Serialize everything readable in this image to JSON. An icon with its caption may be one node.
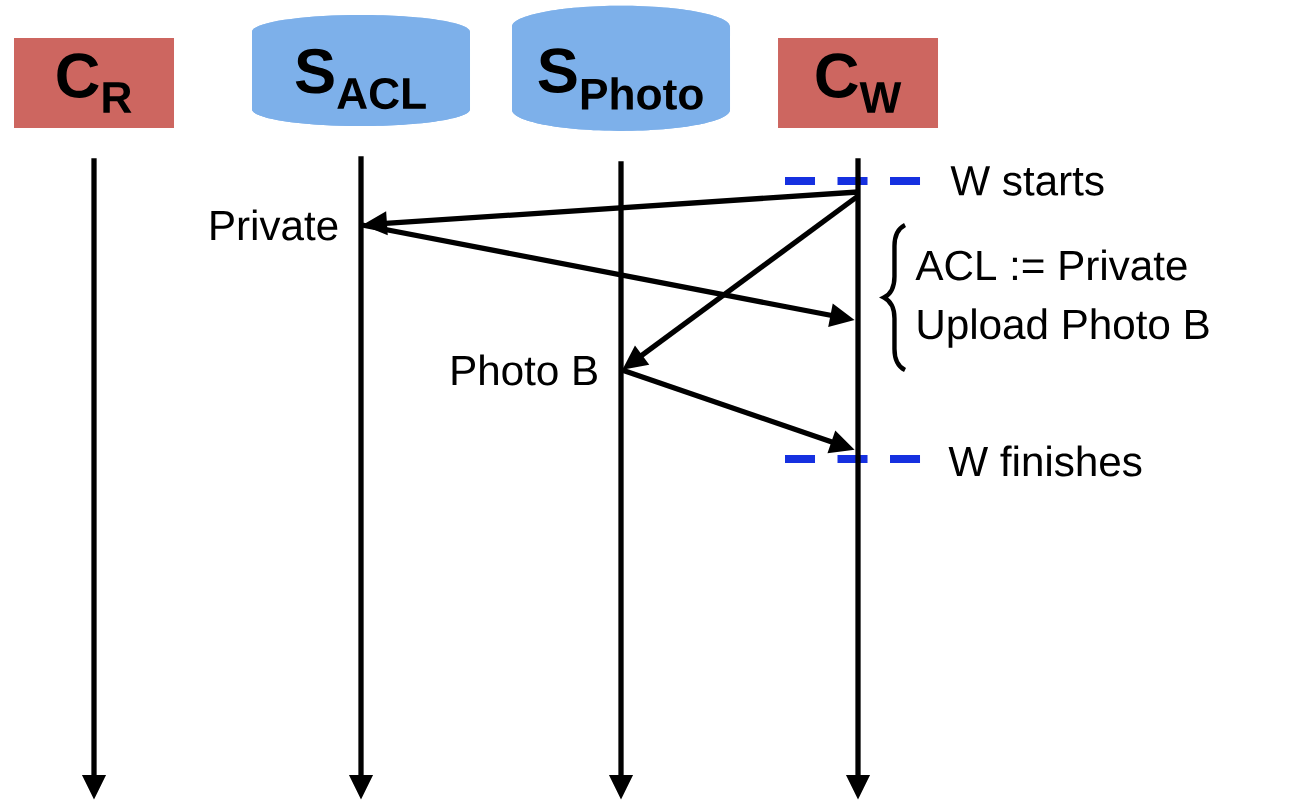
{
  "diagram": {
    "nodes": [
      {
        "text": [
          "C$_{R}$"
        ]
      },
      {
        "text": [
          "S$_{ACL}$"
        ]
      },
      {
        "text": [
          "S$_{Photo}$"
        ]
      },
      {
        "text": [
          "C$_{W}$"
        ]
      },
      {
        "text": [
          "Private"
        ]
      },
      {
        "text": [
          "Photo B"
        ]
      }
    ],
    "edges": [
      {
        "from": 0,
        "to": null,
        "arrow": "to"
      },
      {
        "from": 1,
        "to": null,
        "arrow": "to"
      },
      {
        "from": 2,
        "to": null,
        "arrow": "to"
      },
      {
        "from": 3,
        "to": null,
        "arrow": "to"
      },
      {
        "from": null,
        "to": 4,
        "arrow": "to"
      },
      {
        "from": 4,
        "to": null,
        "arrow": "to"
      },
      {
        "from": null,
        "to": 5,
        "arrow": "to"
      },
      {
        "from": 5,
        "to": null,
        "arrow": "to"
      }
    ],
    "labels": [
      "W starts",
      "ACL := Private",
      "Upload Photo B",
      "W finishes"
    ]
  }
}
